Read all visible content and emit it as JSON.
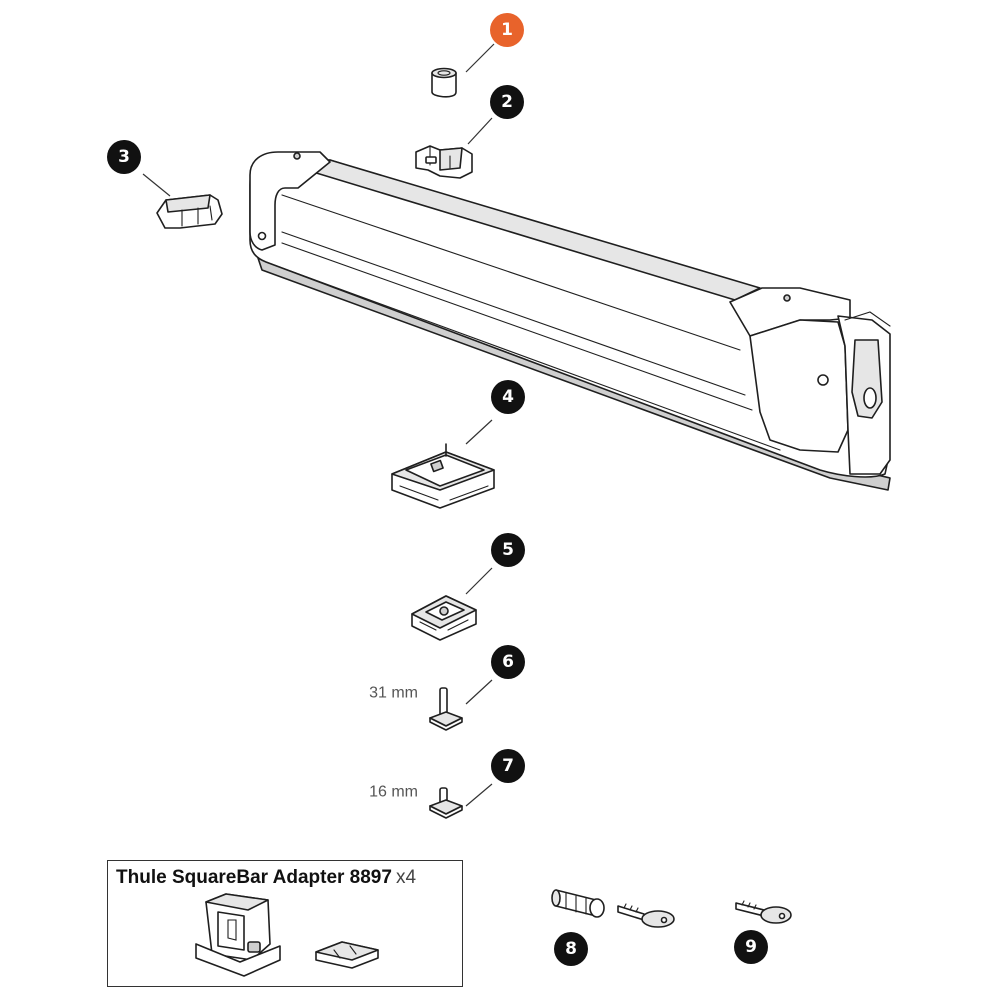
{
  "diagram": {
    "callouts": [
      {
        "number": "1",
        "color": "#e8632b"
      },
      {
        "number": "2",
        "color": "#111111"
      },
      {
        "number": "3",
        "color": "#111111"
      },
      {
        "number": "4",
        "color": "#111111"
      },
      {
        "number": "5",
        "color": "#111111"
      },
      {
        "number": "6",
        "color": "#111111"
      },
      {
        "number": "7",
        "color": "#111111"
      },
      {
        "number": "8",
        "color": "#111111"
      },
      {
        "number": "9",
        "color": "#111111"
      }
    ],
    "dimension_labels": {
      "bolt_long": "31 mm",
      "bolt_short": "16 mm"
    },
    "adapter_box": {
      "title": "Thule SquareBar Adapter 8897",
      "quantity": "x4"
    },
    "icons": [
      "end-cap-icon",
      "clamp-icon",
      "end-piece-icon",
      "rail-icon",
      "bracket-icon",
      "square-adapter-icon",
      "t-bolt-icon",
      "lock-cylinder-icon",
      "key-icon",
      "squarebar-adapter-icon"
    ]
  }
}
